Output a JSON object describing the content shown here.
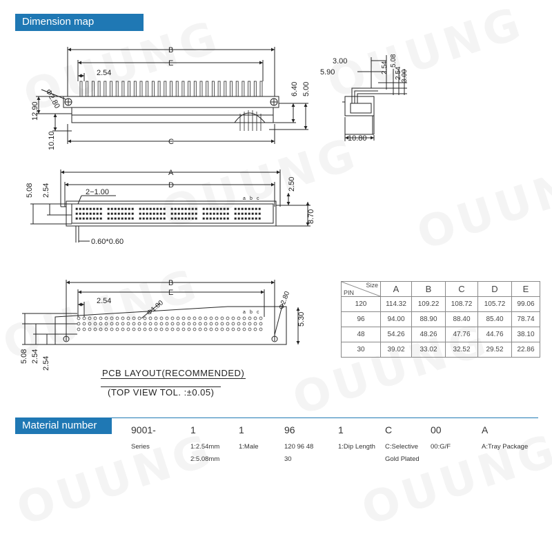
{
  "section_dimension": "Dimension map",
  "section_material": "Material number",
  "dims": {
    "B": "B",
    "E": "E",
    "C": "C",
    "A": "A",
    "D": "D",
    "pitch_254": "2.54",
    "hole": "Φ2.80",
    "h_1290": "12.90",
    "h_1010": "10.10",
    "h_640": "6.40",
    "h_500": "5.00",
    "side_300a": "3.00",
    "side_590": "5.90",
    "side_254": "2.54",
    "side_508": "5.08",
    "side_254b": "2.54",
    "side_300b": "3.00",
    "side_1080": "10.80",
    "top_508": "5.08",
    "top_254": "2.54",
    "top_2100": "2−1.00",
    "top_250": "2.50",
    "top_870": "8.70",
    "top_060": "0.60*0.60",
    "row_labels": [
      "a",
      "b",
      "c"
    ],
    "pcb_hole": "Φ1.00",
    "pcb_hole2": "Φ2.80",
    "pcb_530": "5.30",
    "pcb_508": "5.08",
    "pcb_254": "2.54"
  },
  "pcb_layout": {
    "line1": "PCB LAYOUT(RECOMMENDED)",
    "line2": "(TOP VIEW TOL. :±0.05)"
  },
  "table": {
    "corner_top": "Size",
    "corner_bottom": "PIN",
    "headers": [
      "A",
      "B",
      "C",
      "D",
      "E"
    ],
    "rows": [
      {
        "pin": "120",
        "A": "114.32",
        "B": "109.22",
        "C": "108.72",
        "D": "105.72",
        "E": "99.06"
      },
      {
        "pin": "96",
        "A": "94.00",
        "B": "88.90",
        "C": "88.40",
        "D": "85.40",
        "E": "78.74"
      },
      {
        "pin": "48",
        "A": "54.26",
        "B": "48.26",
        "C": "47.76",
        "D": "44.76",
        "E": "38.10"
      },
      {
        "pin": "30",
        "A": "39.02",
        "B": "33.02",
        "C": "32.52",
        "D": "29.52",
        "E": "22.86"
      }
    ]
  },
  "material": {
    "codes": [
      "9001-",
      "1",
      "1",
      "96",
      "1",
      "C",
      "00",
      "A"
    ],
    "series": "Series",
    "pitch1": "1:2.54mm",
    "pitch2": "2:5.08mm",
    "male": "1:Male",
    "pins1": "120 96 48",
    "pins2": "30",
    "dip": "1:Dip Length",
    "plating1": "C:Selective",
    "plating2": "Gold Plated",
    "gf": "00:G/F",
    "tray": "A:Tray Package"
  },
  "watermark": "OUUNG",
  "colors": {
    "accent": "#1f78b4",
    "line": "#222222"
  }
}
